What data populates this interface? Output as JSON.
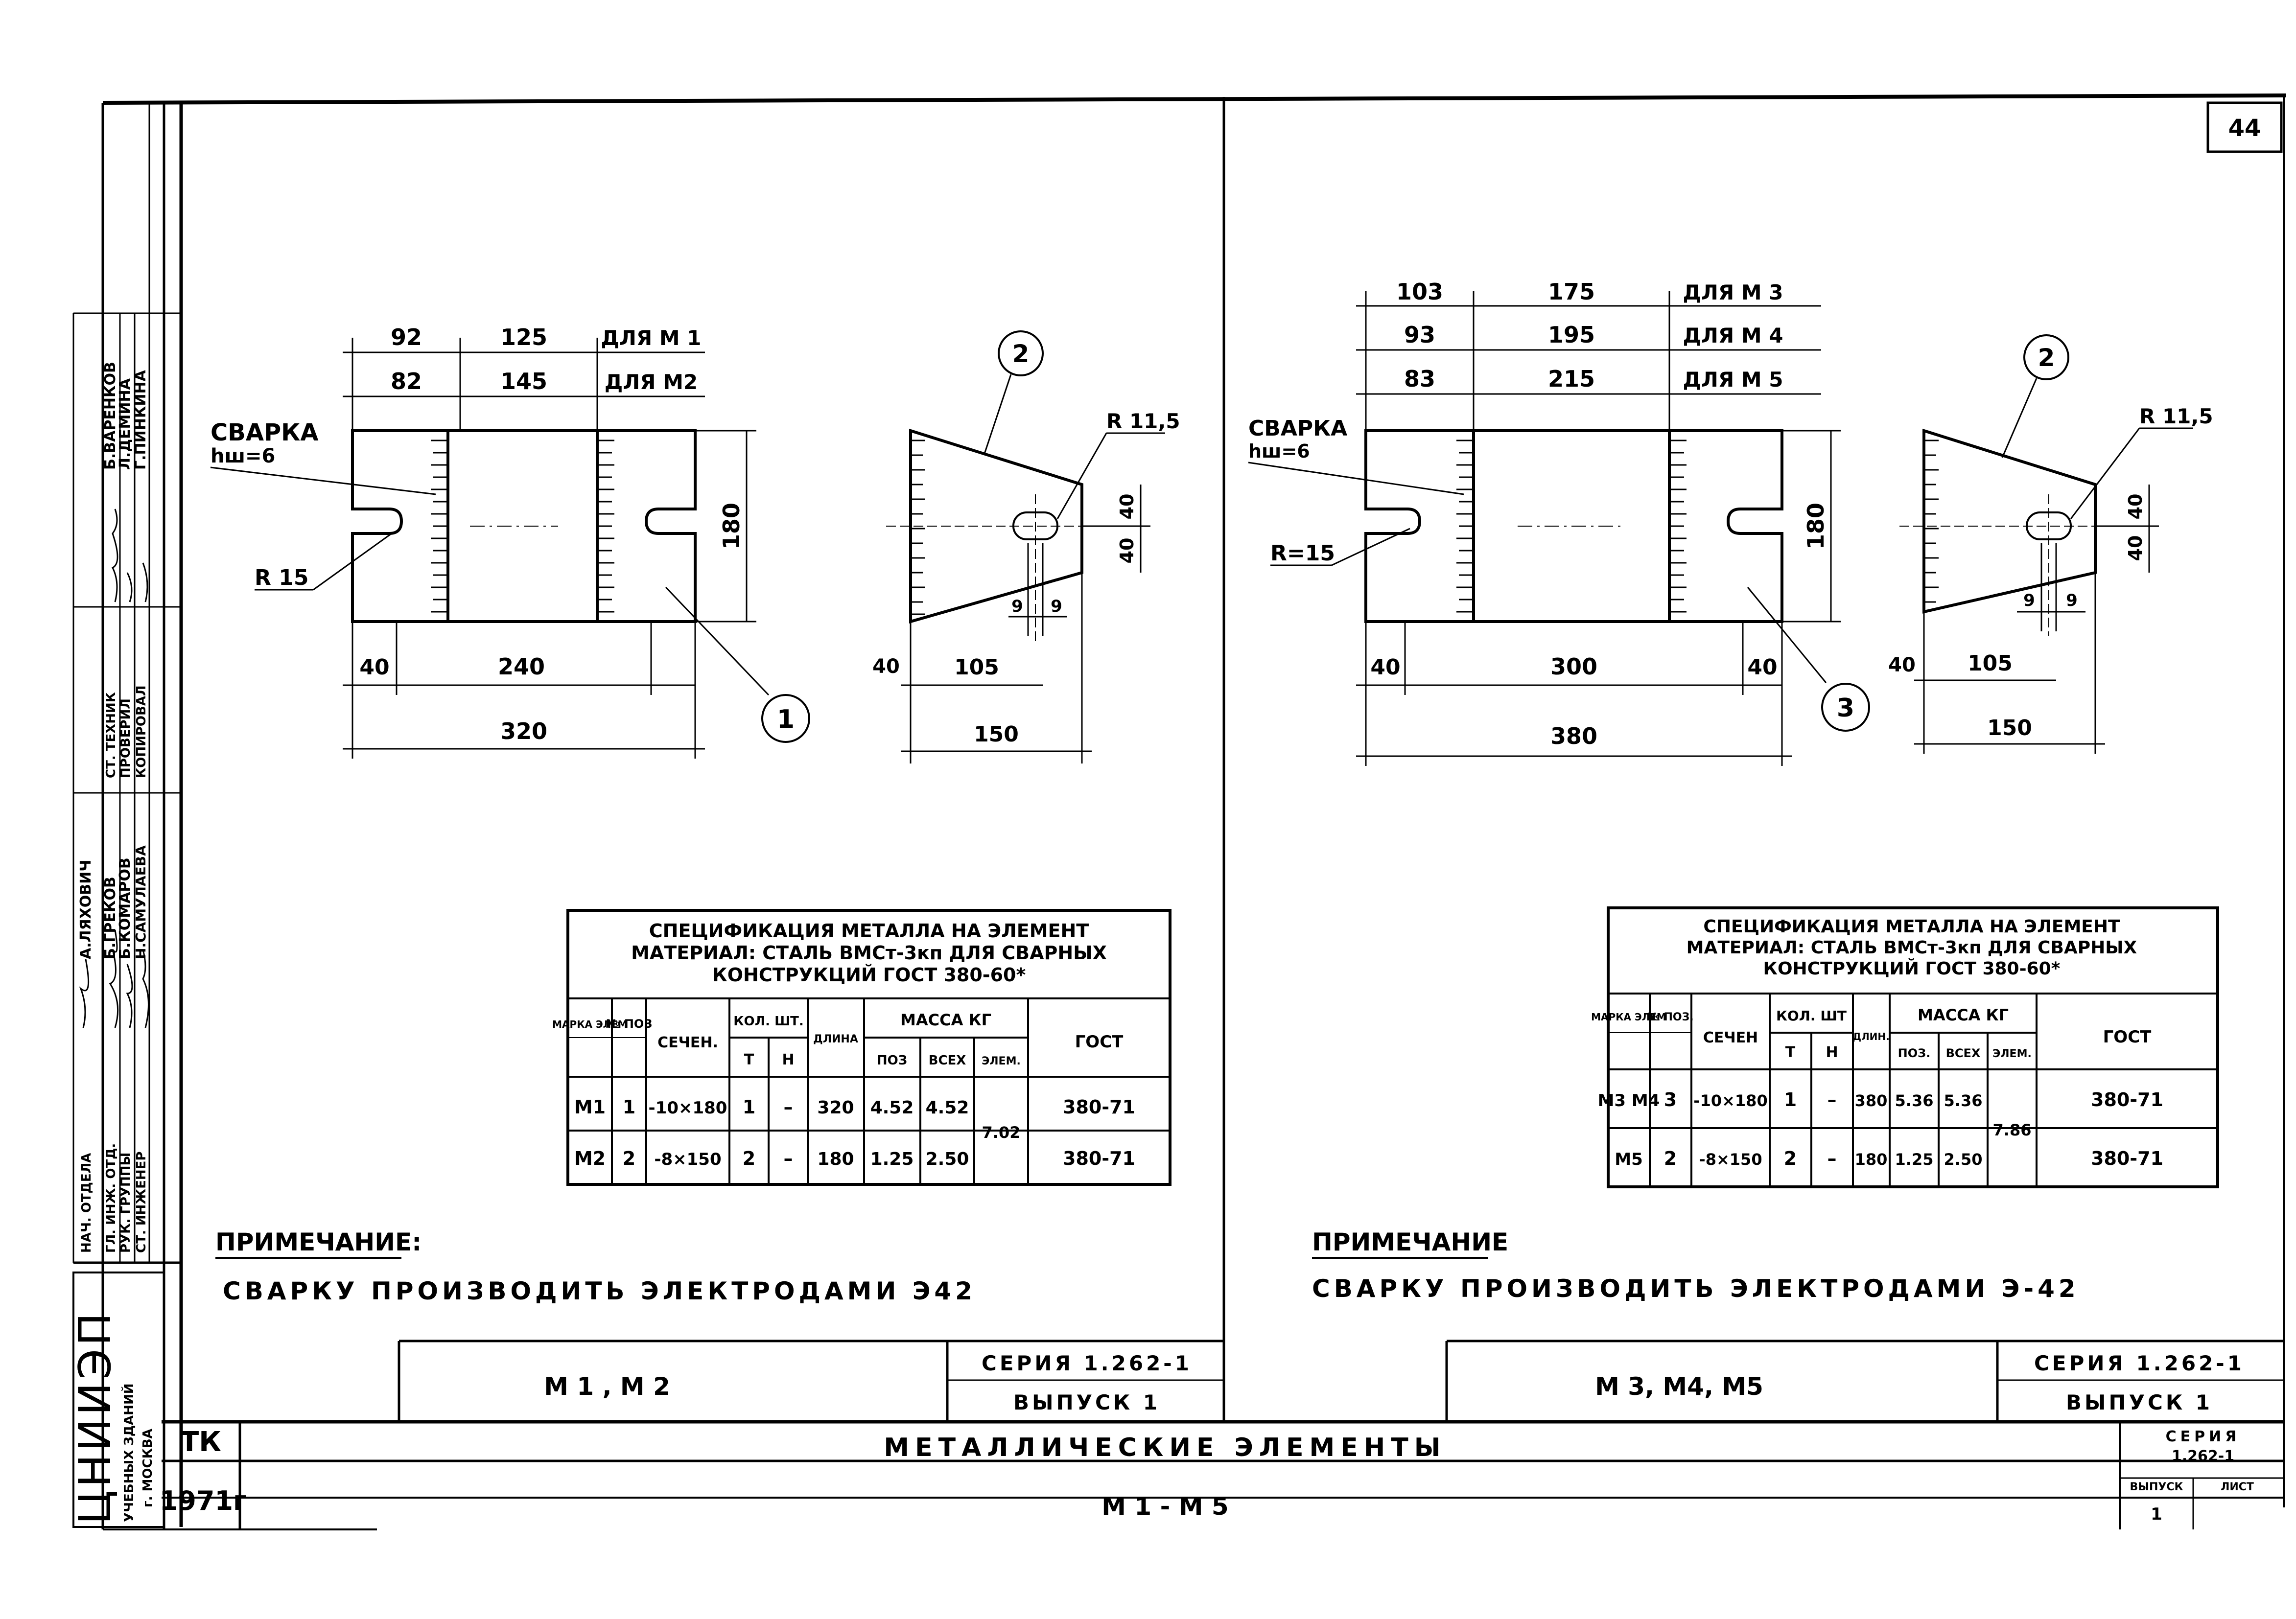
{
  "sheet_number": "44",
  "title_block": {
    "org_lines": [
      "ЦНИИЭП",
      "УЧЕБНЫХ ЗДАНИЙ",
      "г. МОСКВА"
    ],
    "tk": "ТК",
    "year": "1971г",
    "title": "МЕТАЛЛИЧЕСКИЕ ЭЛЕМЕНТЫ",
    "subtitle": "М 1 - М 5",
    "series_label": "СЕРИЯ",
    "series_value": "1.262-1",
    "issue_label": "ВЫПУСК",
    "sheet_label": "ЛИСТ",
    "issue_value": "1"
  },
  "signatures": [
    {
      "role": "НАЧ. ОТДЕЛА",
      "name": "А.ЛЯХОВИЧ"
    },
    {
      "role": "ГЛ. ИНЖ. ОТД.",
      "name": "Б.ГРЕКОВ"
    },
    {
      "role": "РУК. ГРУППЫ",
      "name": "Б.КОМАРОВ"
    },
    {
      "role": "СТ. ИНЖЕНЕР",
      "name": "Н.САМУЛАЕВА"
    },
    {
      "role": "СТ. ТЕХНИК",
      "name": "Б.ВАРЕНКОВ"
    },
    {
      "role": "ПРОВЕРИЛ",
      "name": "Л.ДЕМИНА"
    },
    {
      "role": "КОПИРОВАЛ",
      "name": "Г.ПИНКИНА"
    }
  ],
  "left_panel": {
    "drawing": {
      "weld_label": "СВАРКА",
      "weld_size": "hш=6",
      "radius_label": "R 15",
      "top_dims_row1": [
        "92",
        "125",
        "ДЛЯ М 1"
      ],
      "top_dims_row2": [
        "82",
        "145",
        "ДЛЯ М2"
      ],
      "height_dim": "180",
      "bottom_dims": [
        "40",
        "240"
      ],
      "overall_dim": "320",
      "part_callout": "1",
      "side_callout": "2",
      "side_radius": "R 11,5",
      "side_dims": [
        "40",
        "105",
        "150",
        "9",
        "9",
        "40",
        "40"
      ]
    },
    "spec": {
      "header_lines": [
        "СПЕЦИФИКАЦИЯ МЕТАЛЛА НА ЭЛЕМЕНТ",
        "МАТЕРИАЛ: СТАЛЬ ВМСт-3кп ДЛЯ СВАРНЫХ",
        "КОНСТРУКЦИЙ ГОСТ 380-60*"
      ],
      "col_headers": {
        "mark": "МАРКА ЭЛЕМ",
        "pos": "№ ПОЗ",
        "section": "СЕЧЕН.",
        "qty": "КОЛ. ШТ.",
        "qty_t": "Т",
        "qty_n": "Н",
        "length": "ДЛИНА",
        "mass": "МАССА КГ",
        "mass_pos": "ПОЗ",
        "mass_all": "ВСЕХ",
        "mass_elem": "ЭЛЕМ.",
        "gost": "ГОСТ"
      },
      "rows": [
        {
          "mark": "М1",
          "pos": "1",
          "section": "-10×180",
          "t": "1",
          "n": "–",
          "length": "320",
          "m_pos": "4.52",
          "m_all": "4.52",
          "gost": "380-71"
        },
        {
          "mark": "М2",
          "pos": "2",
          "section": "-8×150",
          "t": "2",
          "n": "–",
          "length": "180",
          "m_pos": "1.25",
          "m_all": "2.50",
          "gost": "380-71"
        }
      ],
      "mass_elem": "7.02"
    },
    "note_title": "ПРИМЕЧАНИЕ:",
    "note_text": "СВАРКУ ПРОИЗВОДИТЬ ЭЛЕКТРОДАМИ Э42",
    "stamp": {
      "marks": "М 1 , М 2",
      "series": "СЕРИЯ 1.262-1",
      "issue": "ВЫПУСК 1"
    }
  },
  "right_panel": {
    "drawing": {
      "weld_label": "СВАРКА",
      "weld_size": "hш=6",
      "radius_label": "R=15",
      "top_dims_row1": [
        "103",
        "175",
        "ДЛЯ М 3"
      ],
      "top_dims_row2": [
        "93",
        "195",
        "ДЛЯ М 4"
      ],
      "top_dims_row3": [
        "83",
        "215",
        "ДЛЯ М 5"
      ],
      "height_dim": "180",
      "bottom_dims": [
        "40",
        "300",
        "40"
      ],
      "overall_dim": "380",
      "part_callout": "3",
      "side_callout": "2",
      "side_radius": "R 11,5",
      "side_dims": [
        "40",
        "105",
        "150",
        "9",
        "9",
        "40",
        "40"
      ]
    },
    "spec": {
      "header_lines": [
        "СПЕЦИФИКАЦИЯ МЕТАЛЛА НА ЭЛЕМЕНТ",
        "МАТЕРИАЛ: СТАЛЬ ВМСт-3кп ДЛЯ СВАРНЫХ",
        "КОНСТРУКЦИЙ ГОСТ 380-60*"
      ],
      "col_headers": {
        "mark": "МАРКА ЭЛЕМ",
        "pos": "№ ПОЗ.",
        "section": "СЕЧЕН",
        "qty": "КОЛ. ШТ",
        "qty_t": "Т",
        "qty_n": "Н",
        "length": "ДЛИН.",
        "mass": "МАССА КГ",
        "mass_pos": "ПОЗ.",
        "mass_all": "ВСЕХ",
        "mass_elem": "ЭЛЕМ.",
        "gost": "ГОСТ"
      },
      "rows": [
        {
          "mark": "М3 М4",
          "pos": "3",
          "section": "-10×180",
          "t": "1",
          "n": "–",
          "length": "380",
          "m_pos": "5.36",
          "m_all": "5.36",
          "gost": "380-71"
        },
        {
          "mark": "М5",
          "pos": "2",
          "section": "-8×150",
          "t": "2",
          "n": "–",
          "length": "180",
          "m_pos": "1.25",
          "m_all": "2.50",
          "gost": "380-71"
        }
      ],
      "mass_elem": "7.86"
    },
    "note_title": "ПРИМЕЧАНИЕ",
    "note_text": "СВАРКУ ПРОИЗВОДИТЬ ЭЛЕКТРОДАМИ Э-42",
    "stamp": {
      "marks": "М 3, М4, М5",
      "series": "СЕРИЯ 1.262-1",
      "issue": "ВЫПУСК 1"
    }
  }
}
